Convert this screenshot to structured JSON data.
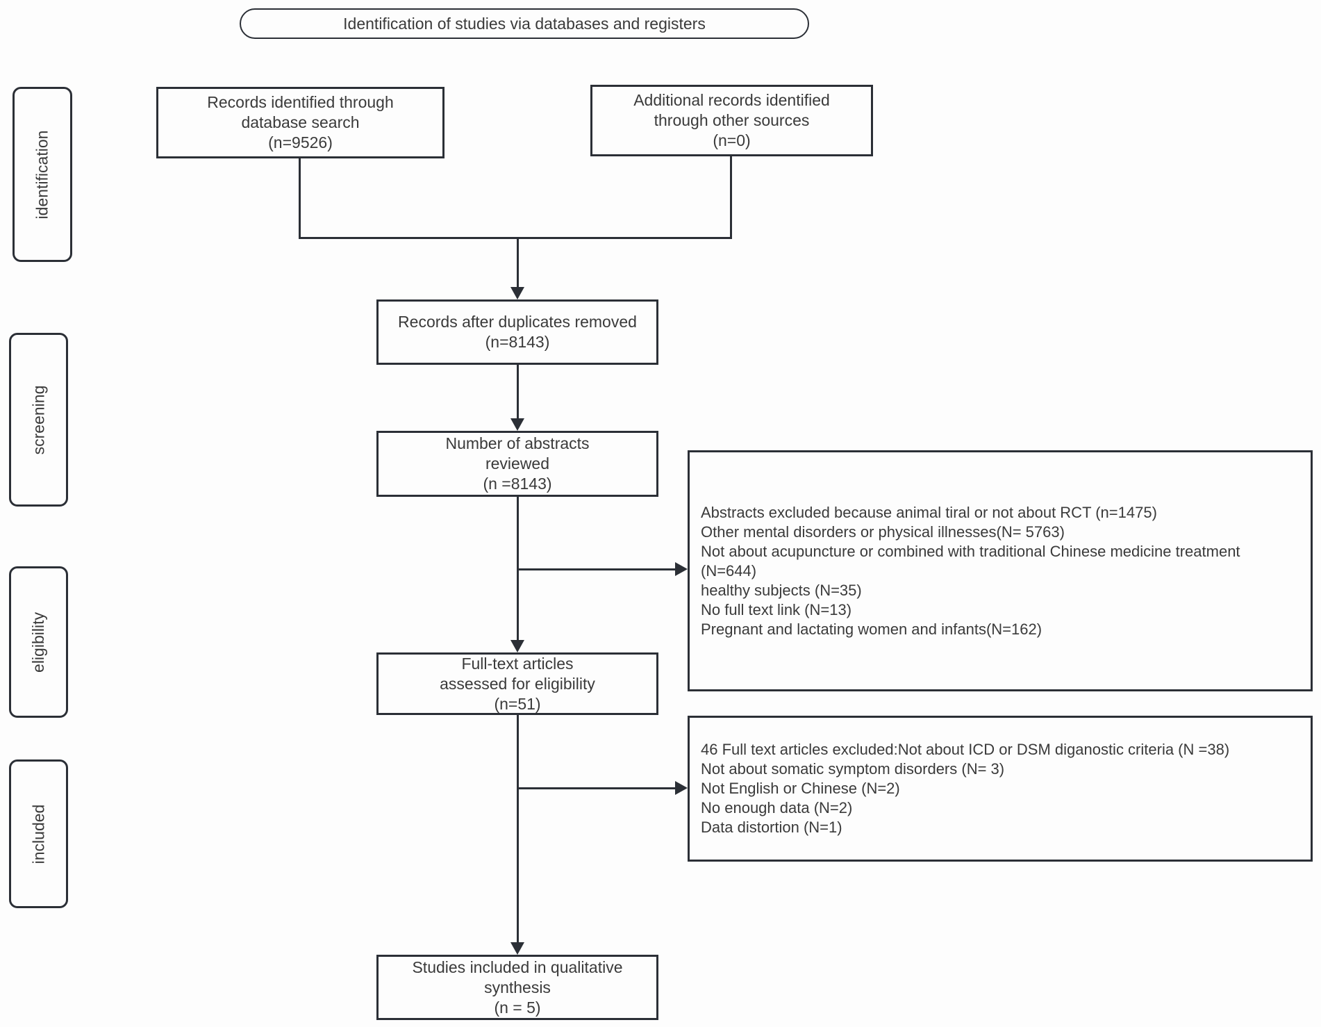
{
  "title": "Identification of studies via databases and registers",
  "stages": {
    "identification": "identification",
    "screening": "screening",
    "eligibility": "eligibility",
    "included": "included"
  },
  "boxes": {
    "records_identified": {
      "lines": [
        "Records identified through",
        "database search",
        "(n=9526)"
      ]
    },
    "additional_records": {
      "lines": [
        "Additional records identified",
        "through other sources",
        "(n=0)"
      ]
    },
    "duplicates_removed": {
      "lines": [
        "Records after duplicates removed",
        "(n=8143)"
      ]
    },
    "abstracts_reviewed": {
      "lines": [
        "Number of abstracts",
        "reviewed",
        "(n =8143)"
      ]
    },
    "fulltext_assessed": {
      "lines": [
        "Full-text articles",
        "assessed for eligibility",
        "(n=51)"
      ]
    },
    "studies_included": {
      "lines": [
        "Studies included in qualitative",
        "synthesis",
        "(n = 5)"
      ]
    },
    "abstracts_excluded": {
      "lines": [
        "Abstracts excluded because animal tiral or not about RCT (n=1475)",
        "Other mental disorders or physical illnesses(N= 5763)",
        "Not about acupuncture or combined with traditional Chinese medicine treatment",
        "(N=644)",
        "healthy subjects (N=35)",
        "No full text link  (N=13)",
        "Pregnant and lactating women and infants(N=162)"
      ]
    },
    "fulltext_excluded": {
      "lines": [
        "46 Full  text articles excluded:Not about ICD or DSM diganostic criteria (N =38)",
        "Not about somatic symptom disorders (N= 3)",
        "Not English or Chinese (N=2)",
        "No enough data (N=2)",
        "Data distortion (N=1)"
      ]
    }
  },
  "colors": {
    "line": "#2b2f36",
    "text": "#3a3a3a",
    "background": "#fdfdfd"
  }
}
